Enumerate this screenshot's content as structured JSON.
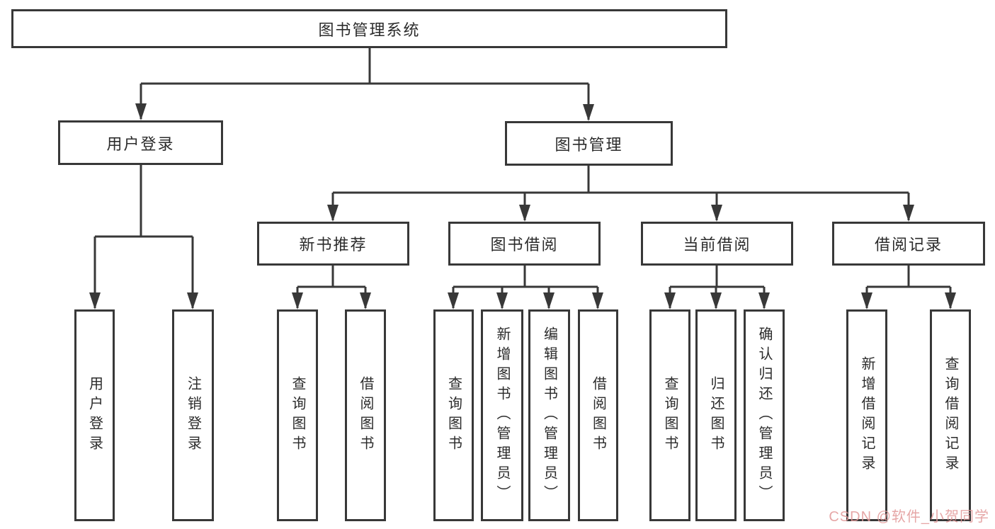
{
  "diagram": {
    "root": {
      "label": "图书管理系统"
    },
    "children": [
      {
        "id": "user-login",
        "label": "用户登录",
        "leaves": [
          {
            "label": "用户登录"
          },
          {
            "label": "注销登录"
          }
        ]
      },
      {
        "id": "book-management",
        "label": "图书管理",
        "children": [
          {
            "id": "new-book-recommend",
            "label": "新书推荐",
            "leaves": [
              {
                "label": "查询图书"
              },
              {
                "label": "借阅图书"
              }
            ]
          },
          {
            "id": "book-borrowing",
            "label": "图书借阅",
            "leaves": [
              {
                "label": "查询图书"
              },
              {
                "label": "新增图书（管理员）"
              },
              {
                "label": "编辑图书（管理员）"
              },
              {
                "label": "借阅图书"
              }
            ]
          },
          {
            "id": "current-borrowing",
            "label": "当前借阅",
            "leaves": [
              {
                "label": "查询图书"
              },
              {
                "label": "归还图书"
              },
              {
                "label": "确认归还（管理员）"
              }
            ]
          },
          {
            "id": "borrow-records",
            "label": "借阅记录",
            "leaves": [
              {
                "label": "新增借阅记录"
              },
              {
                "label": "查询借阅记录"
              }
            ]
          }
        ]
      }
    ]
  },
  "watermark": {
    "text": "CSDN @软件_小贺同学",
    "color": "#e29898"
  },
  "colors": {
    "line": "#383838",
    "text": "#2b2b2b",
    "background": "#ffffff"
  }
}
